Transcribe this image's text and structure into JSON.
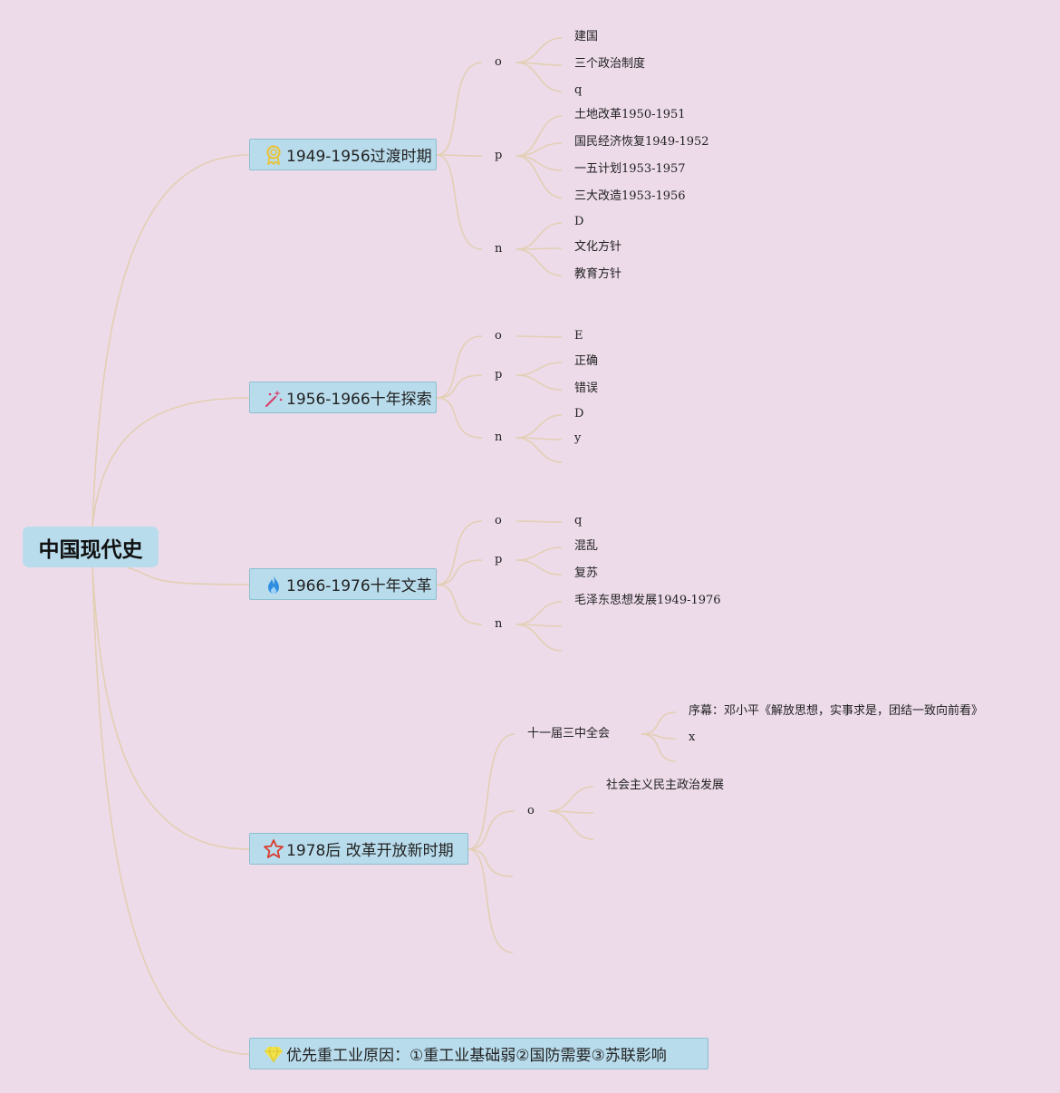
{
  "root": {
    "label": "中国现代史"
  },
  "topics": [
    {
      "label": "1949-1956过渡时期",
      "icon": "medal-icon",
      "groups": [
        {
          "label": "o",
          "items": [
            "建国",
            "三个政治制度",
            "q"
          ]
        },
        {
          "label": "p",
          "items": [
            "土地改革1950-1951",
            "国民经济恢复1949-1952",
            "一五计划1953-1957",
            "三大改造1953-1956"
          ]
        },
        {
          "label": "n",
          "items": [
            "D",
            "文化方针",
            "教育方针"
          ]
        }
      ]
    },
    {
      "label": "1956-1966十年探索",
      "icon": "magic-wand-icon",
      "groups": [
        {
          "label": "o",
          "items": [
            "E"
          ]
        },
        {
          "label": "p",
          "items": [
            "正确",
            "错误"
          ]
        },
        {
          "label": "n",
          "items": [
            "D",
            "y",
            ""
          ]
        }
      ]
    },
    {
      "label": "1966-1976十年文革",
      "icon": "fire-icon",
      "groups": [
        {
          "label": "o",
          "items": [
            "q"
          ]
        },
        {
          "label": "p",
          "items": [
            "混乱",
            "复苏"
          ]
        },
        {
          "label": "n",
          "items": [
            "毛泽东思想发展1949-1976",
            "",
            ""
          ]
        }
      ]
    },
    {
      "label": "1978后 改革开放新时期",
      "icon": "star-icon",
      "groups": [
        {
          "label": "十一届三中全会",
          "items": [
            "序幕：邓小平《解放思想，实事求是，团结一致向前看》",
            "x",
            ""
          ]
        },
        {
          "label": "o",
          "items": [
            "社会主义民主政治发展",
            "",
            ""
          ]
        },
        {
          "label": "",
          "items": []
        },
        {
          "label": "",
          "items": []
        }
      ]
    },
    {
      "label": "优先重工业原因：①重工业基础弱②国防需要③苏联影响",
      "icon": "diamond-icon",
      "groups": []
    }
  ],
  "colors": {
    "background": "#eddbea",
    "node_fill": "#b9dcec",
    "node_border": "#8cbfcf",
    "connector": "#e3cfb3",
    "medal": "#e8c23a",
    "wand": "#d9406c",
    "fire": "#2e8fe0",
    "star": "#d83a2e",
    "diamond": "#f2e24a"
  }
}
